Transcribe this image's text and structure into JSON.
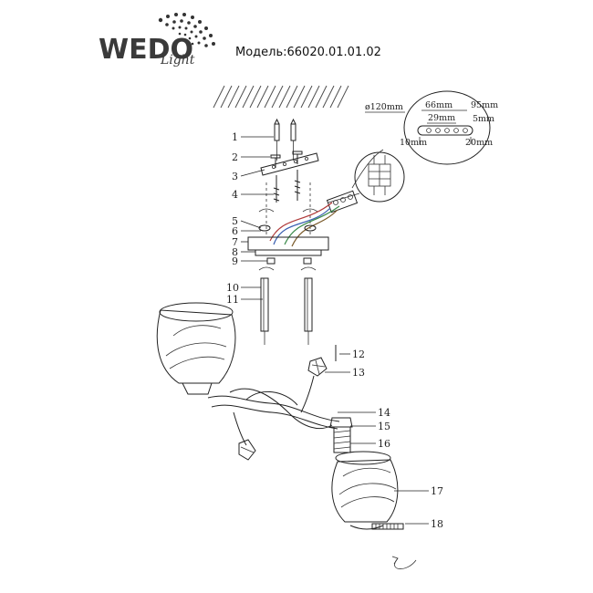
{
  "brand": {
    "name": "WEDO",
    "sub": "Light"
  },
  "model": {
    "text": "Модель:66020.01.01.02"
  },
  "dimensions": {
    "diameter": "ø120mm",
    "d66": "66mm",
    "d95": "95mm",
    "d29": "29mm",
    "d5": "5mm",
    "d10": "10mm",
    "d20": "20mm"
  },
  "callouts": [
    "1",
    "2",
    "3",
    "4",
    "5",
    "6",
    "7",
    "8",
    "9",
    "10",
    "11",
    "12",
    "13",
    "14",
    "15",
    "16",
    "17",
    "18"
  ]
}
